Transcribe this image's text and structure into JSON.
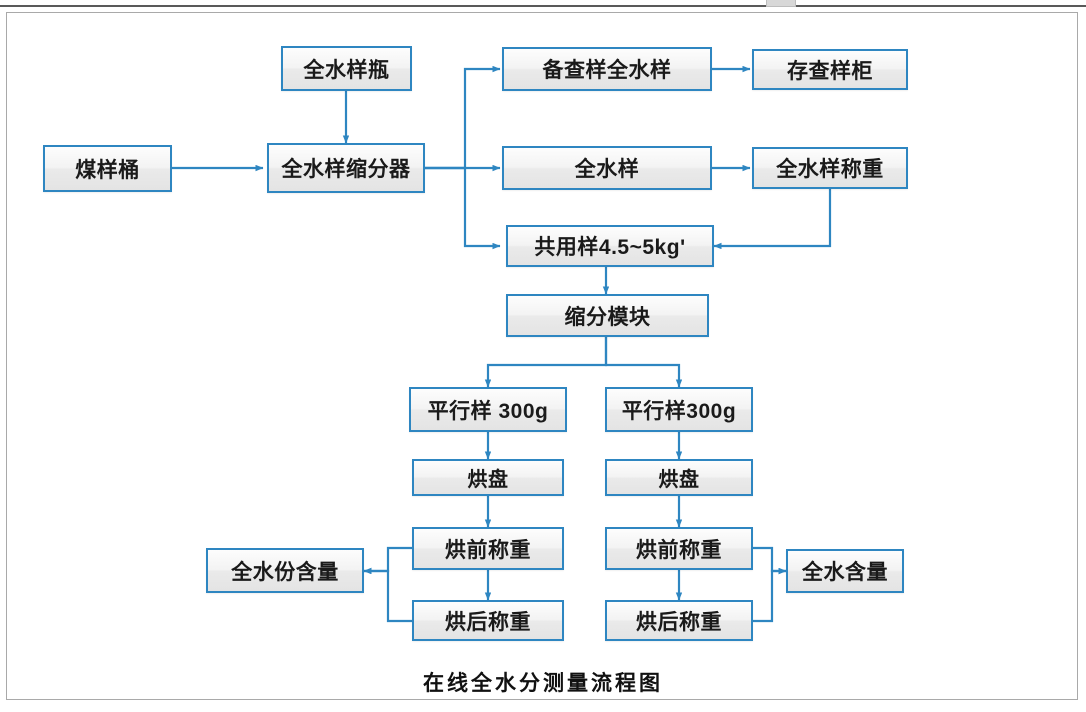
{
  "document": {
    "caption": "在线全水分测量流程图",
    "accent_color": "#2E86C1",
    "node_fill": "#efefef",
    "frame_border": "#a9a9a9"
  },
  "nodes": {
    "coal_bucket": {
      "label": "煤样桶"
    },
    "full_sample_bottle": {
      "label": "全水样瓶"
    },
    "divider": {
      "label": "全水样缩分器"
    },
    "reserve_sample": {
      "label": "备查样全水样"
    },
    "storage_cabinet": {
      "label": "存查样柜"
    },
    "full_sample": {
      "label": "全水样"
    },
    "full_sample_weigh": {
      "label": "全水样称重"
    },
    "shared_sample": {
      "label": "共用样4.5~5kg'"
    },
    "reduction_module": {
      "label": "缩分模块"
    },
    "parallel_left": {
      "label": "平行样 300g"
    },
    "parallel_right": {
      "label": "平行样300g"
    },
    "tray_left": {
      "label": "烘盘"
    },
    "tray_right": {
      "label": "烘盘"
    },
    "pre_dry_weigh_left": {
      "label": "烘前称重"
    },
    "pre_dry_weigh_right": {
      "label": "烘前称重"
    },
    "post_dry_weigh_left": {
      "label": "烘后称重"
    },
    "post_dry_weigh_right": {
      "label": "烘后称重"
    },
    "moisture_left": {
      "label": "全水份含量"
    },
    "moisture_right": {
      "label": "全水含量"
    }
  },
  "flow": {
    "edges": [
      {
        "from": "coal_bucket",
        "to": "divider"
      },
      {
        "from": "full_sample_bottle",
        "to": "divider"
      },
      {
        "from": "divider",
        "to": "reserve_sample"
      },
      {
        "from": "divider",
        "to": "full_sample"
      },
      {
        "from": "divider",
        "to": "shared_sample"
      },
      {
        "from": "reserve_sample",
        "to": "storage_cabinet"
      },
      {
        "from": "full_sample",
        "to": "full_sample_weigh"
      },
      {
        "from": "full_sample_weigh",
        "to": "shared_sample"
      },
      {
        "from": "shared_sample",
        "to": "reduction_module"
      },
      {
        "from": "reduction_module",
        "to": "parallel_left"
      },
      {
        "from": "reduction_module",
        "to": "parallel_right"
      },
      {
        "from": "parallel_left",
        "to": "tray_left"
      },
      {
        "from": "parallel_right",
        "to": "tray_right"
      },
      {
        "from": "tray_left",
        "to": "pre_dry_weigh_left"
      },
      {
        "from": "tray_right",
        "to": "pre_dry_weigh_right"
      },
      {
        "from": "pre_dry_weigh_left",
        "to": "post_dry_weigh_left"
      },
      {
        "from": "pre_dry_weigh_right",
        "to": "post_dry_weigh_right"
      },
      {
        "from": "pre_dry_weigh_left",
        "to": "moisture_left"
      },
      {
        "from": "post_dry_weigh_left",
        "to": "moisture_left"
      },
      {
        "from": "pre_dry_weigh_right",
        "to": "moisture_right"
      },
      {
        "from": "post_dry_weigh_right",
        "to": "moisture_right"
      }
    ]
  }
}
